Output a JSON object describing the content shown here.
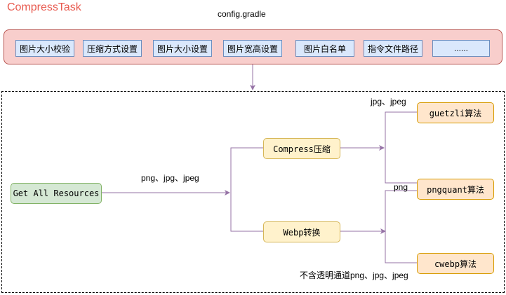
{
  "title": "CompressTask",
  "config": {
    "label": "config.gradle",
    "items": [
      "图片大小校验",
      "压缩方式设置",
      "图片大小设置",
      "图片宽高设置",
      "图片白名单",
      "指令文件路径",
      "......"
    ]
  },
  "flow": {
    "source": "Get All Resources",
    "source_edge_label": "png、jpg、jpeg",
    "compress": "Compress压缩",
    "webp": "Webp转换",
    "guetzli": "guetzli算法",
    "pngquant": "pngquant算法",
    "cwebp": "cwebp算法",
    "label_jpg": "jpg、jpeg",
    "label_png": "png",
    "label_cwebp": "不含透明通道png、jpg、jpeg"
  },
  "colors": {
    "title": "#e85a4f",
    "edge": "#9673a6",
    "config_fill": "#f8cecc",
    "item_fill": "#dae8fc"
  }
}
